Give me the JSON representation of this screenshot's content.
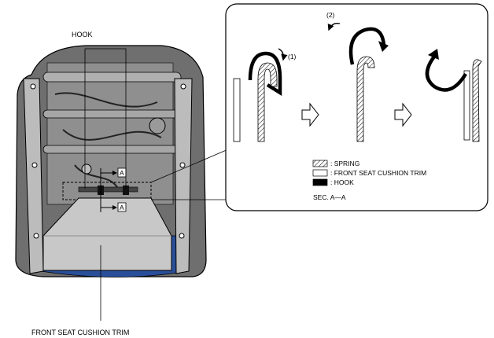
{
  "labels": {
    "hook": "HOOK",
    "front_seat_cushion_trim": "FRONT SEAT CUSHION TRIM",
    "section_mark": "A",
    "step_1": "(1)",
    "step_2": "(2)"
  },
  "legend": {
    "spring": ": SPRING",
    "trim": ": FRONT SEAT CUSHION TRIM",
    "hook": ": HOOK",
    "section": "SEC. A—A"
  },
  "colors": {
    "line": "#000000",
    "seat_frame": "#3a3a3a",
    "seat_fill": "#8a8a8a",
    "trim_fill": "#c8c8c8",
    "foam_blue": "#2a4f9a",
    "hook": "#000000"
  }
}
